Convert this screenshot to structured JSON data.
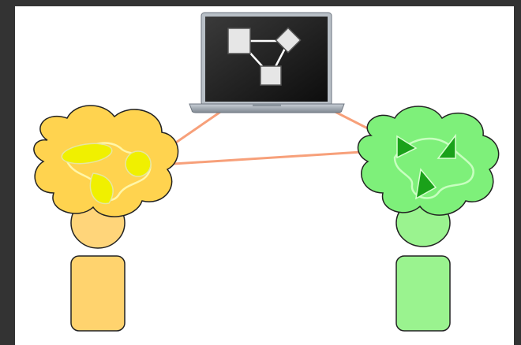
{
  "diagram": {
    "background_color": "#ffffff",
    "frame_color": "#333333",
    "laptop": {
      "screen_color": "#1a1a1a",
      "body_color": "#9aa3ad",
      "shapes": [
        "square",
        "diamond",
        "square"
      ]
    },
    "persons": [
      {
        "id": "left-person",
        "theme_color": "#ffd36e",
        "cloud_color": "#ffd34f",
        "head_color": "#ffd57a",
        "thought_shapes": [
          "ellipse",
          "circle",
          "leaf"
        ]
      },
      {
        "id": "right-person",
        "theme_color": "#8ee87a",
        "cloud_color": "#7ef07a",
        "head_color": "#9af38f",
        "thought_shapes": [
          "triangle",
          "triangle",
          "triangle"
        ]
      }
    ],
    "connections": [
      {
        "from": "laptop",
        "to": "left-person"
      },
      {
        "from": "laptop",
        "to": "right-person"
      },
      {
        "from": "left-person",
        "to": "right-person"
      }
    ],
    "connector_color": "#f7a07a"
  }
}
